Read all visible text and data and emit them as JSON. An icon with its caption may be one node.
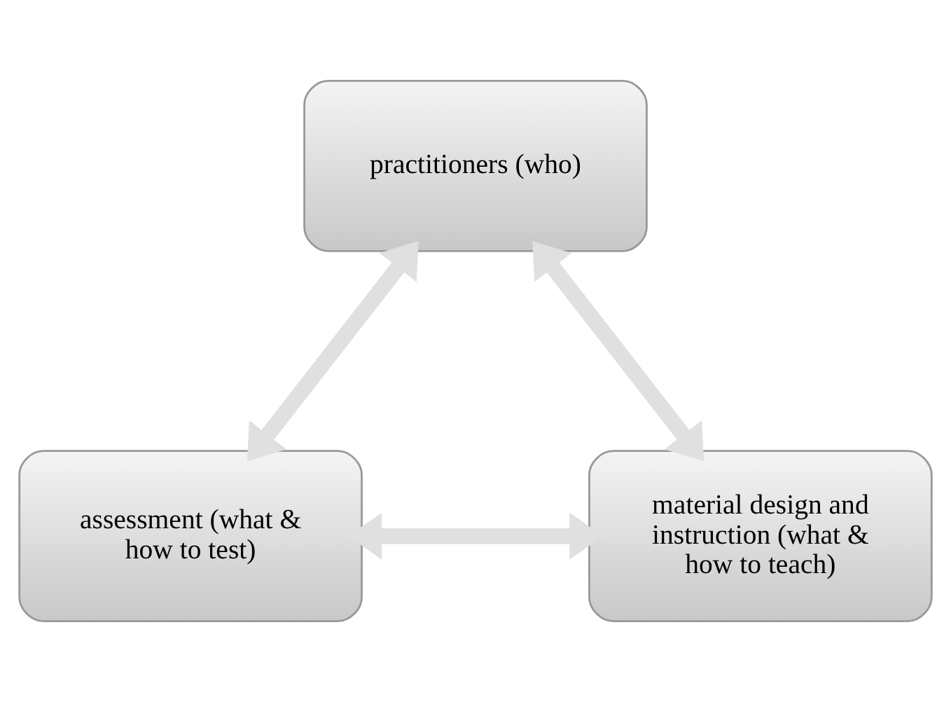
{
  "diagram": {
    "nodes": [
      {
        "text": [
          "practitioners (who)"
        ]
      },
      {
        "text": [
          "assessment (what & how to test)"
        ]
      },
      {
        "text": [
          "material design and instruction (what & how to teach)"
        ]
      }
    ],
    "edges": [
      {
        "from": 0,
        "to": 1,
        "arrow": "both"
      },
      {
        "from": 0,
        "to": 2,
        "arrow": "both"
      },
      {
        "from": 1,
        "to": 2,
        "arrow": "both"
      }
    ]
  }
}
